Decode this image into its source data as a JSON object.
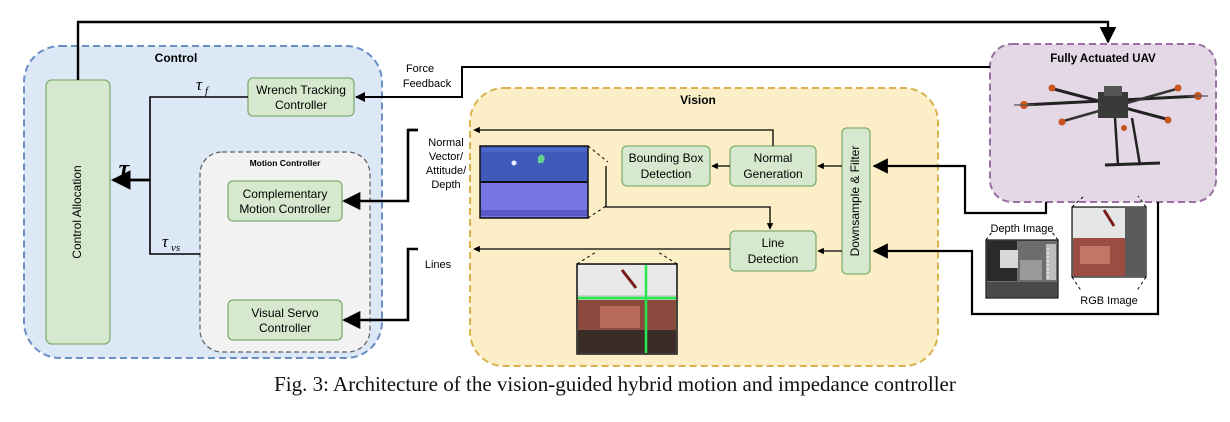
{
  "regions": {
    "control": "Control",
    "vision": "Vision",
    "motion_controller": "Motion Controller",
    "uav": "Fully Actuated UAV"
  },
  "blocks": {
    "control_allocation": "Control Allocation",
    "wrench_tracking": [
      "Wrench Tracking",
      "Controller"
    ],
    "complementary_motion": [
      "Complementary",
      "Motion Controller"
    ],
    "visual_servo": [
      "Visual Servo",
      "Controller"
    ],
    "bounding_box": [
      "Bounding Box",
      "Detection"
    ],
    "normal_generation": [
      "Normal",
      "Generation"
    ],
    "line_detection": [
      "Line",
      "Detection"
    ],
    "downsample_filter": "Downsample & Filter"
  },
  "labels": {
    "force_feedback": [
      "Force",
      "Feedback"
    ],
    "normal_vector": [
      "Normal",
      "Vector/",
      "Attitude/",
      "Depth"
    ],
    "lines": "Lines",
    "depth_image": "Depth Image",
    "rgb_image": "RGB Image"
  },
  "symbols": {
    "tau": "τ",
    "tau_f": "τ",
    "tau_f_sub": "f",
    "tau_vs": "τ",
    "tau_vs_sub": "vs"
  },
  "caption": "Fig. 3: Architecture of the vision-guided hybrid motion and impedance controller",
  "colors": {
    "control_fill": "#dce8f6",
    "control_border": "#6b8fc4",
    "vision_fill": "#fcefc8",
    "vision_border": "#d9b24e",
    "uav_fill": "#e4d8e6",
    "uav_border": "#9a6fa3",
    "block_fill": "#d6e9cf",
    "block_border": "#7fae6f",
    "motion_fill": "#f2f2f2"
  }
}
